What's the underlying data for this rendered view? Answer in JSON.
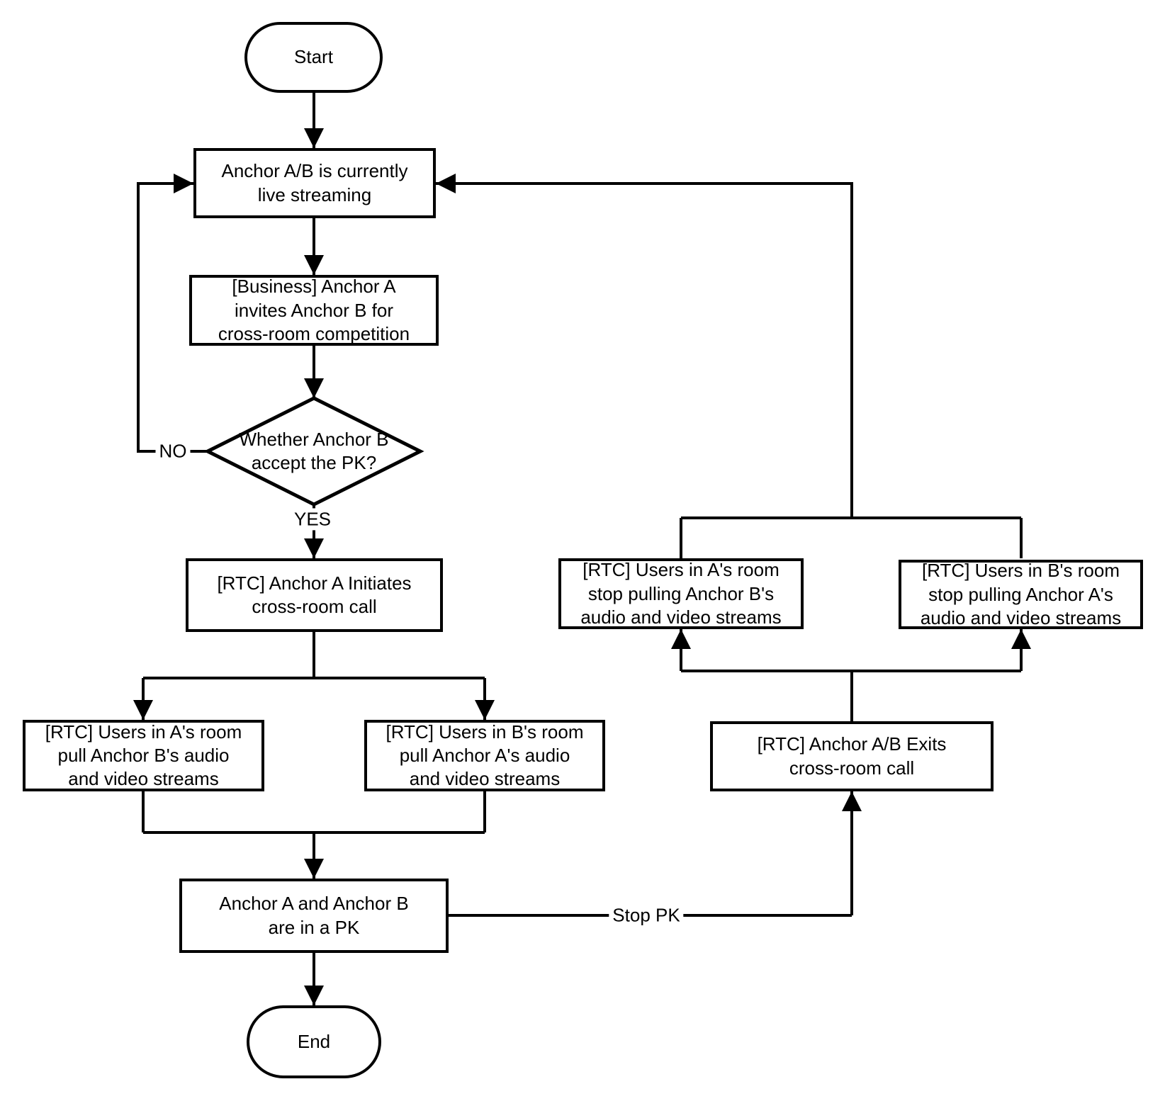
{
  "diagram": {
    "title": "Cross-room PK live streaming flow",
    "colors": {
      "stroke": "#000000",
      "background": "#ffffff",
      "text": "#000000"
    },
    "nodes": {
      "start": {
        "lines": [
          "Start"
        ]
      },
      "live_streaming": {
        "lines": [
          "Anchor A/B is currently",
          "live streaming"
        ]
      },
      "invite": {
        "lines": [
          "[Business] Anchor A",
          "invites Anchor B for",
          "cross-room competition"
        ]
      },
      "accept_decision": {
        "lines": [
          "Whether Anchor B",
          "accept the PK?"
        ]
      },
      "initiate_call": {
        "lines": [
          "[RTC] Anchor A Initiates",
          "cross-room call"
        ]
      },
      "a_room_pull": {
        "lines": [
          "[RTC] Users in A's room",
          "pull Anchor B's audio",
          "and video streams"
        ]
      },
      "b_room_pull": {
        "lines": [
          "[RTC] Users in B's room",
          "pull Anchor A's audio",
          "and video streams"
        ]
      },
      "in_pk": {
        "lines": [
          "Anchor A and Anchor B",
          "are in a PK"
        ]
      },
      "end": {
        "lines": [
          "End"
        ]
      },
      "exit_call": {
        "lines": [
          "[RTC] Anchor A/B Exits",
          "cross-room call"
        ]
      },
      "a_room_stop": {
        "lines": [
          "[RTC] Users in A's room",
          "stop pulling Anchor B's",
          "audio and video streams"
        ]
      },
      "b_room_stop": {
        "lines": [
          "[RTC] Users in B's room",
          "stop pulling Anchor A's",
          "audio and video streams"
        ]
      }
    },
    "edge_labels": {
      "no": "NO",
      "yes": "YES",
      "stop_pk": "Stop PK"
    }
  }
}
